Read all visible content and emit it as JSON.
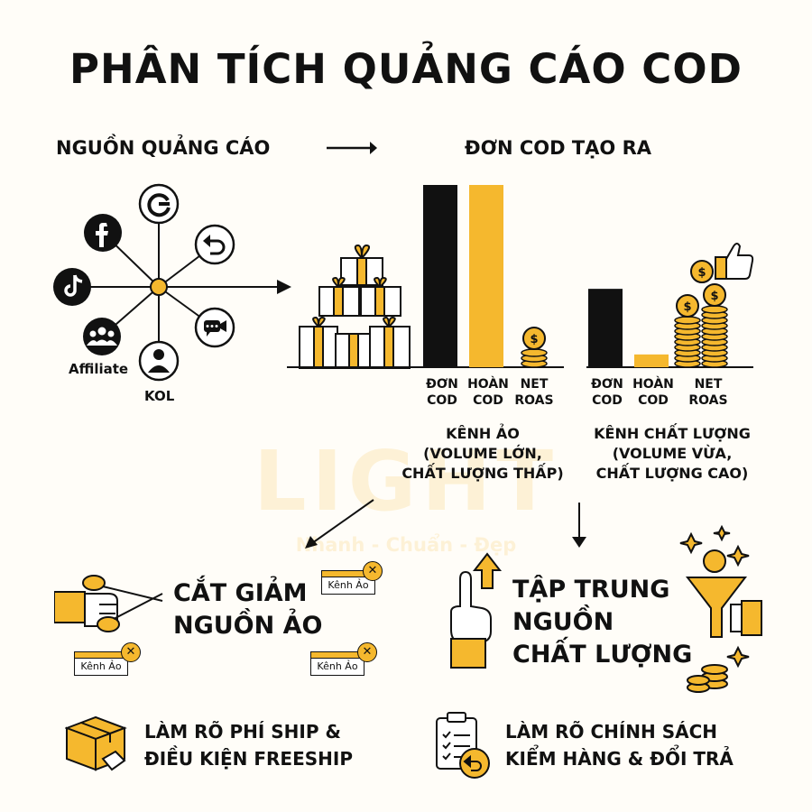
{
  "title": "PHÂN TÍCH QUẢNG CÁO COD",
  "header_left": "NGUỒN QUẢNG CÁO",
  "header_right": "ĐƠN COD TẠO RA",
  "sources": {
    "affiliate": "Affiliate",
    "kol": "KOL",
    "icons": [
      "google-icon",
      "facebook-icon",
      "tiktok-icon",
      "affiliate-group-icon",
      "kol-user-icon",
      "return-icon",
      "video-chat-icon"
    ]
  },
  "colors": {
    "accent": "#f5b82e",
    "black": "#111111"
  },
  "chart_data": {
    "type": "bar",
    "categories": [
      "ĐƠN\nCOD",
      "HOÀN\nCOD",
      "NET\nROAS"
    ],
    "groups": [
      {
        "name": "KÊNH ẢO",
        "sub1": "(VOLUME LỚN,",
        "sub2": "CHẤT LƯỢNG THẤP)",
        "values": [
          100,
          100,
          8
        ]
      },
      {
        "name": "KÊNH CHẤT LƯỢNG",
        "sub1": "(VOLUME VỪA,",
        "sub2": "CHẤT LƯỢNG CAO)",
        "values": [
          43,
          7,
          35
        ]
      }
    ],
    "series_colors": [
      "#111111",
      "#f5b82e",
      "#f5b82e"
    ]
  },
  "action_left": {
    "line1": "CẮT GIẢM",
    "line2": "NGUỒN ẢO",
    "tag": "Kênh Ảo"
  },
  "action_right": {
    "line1": "TẬP TRUNG",
    "line2": "NGUỒN",
    "line3": "CHẤT LƯỢNG"
  },
  "tip_left": {
    "line1": "LÀM RÕ PHÍ SHIP &",
    "line2": "ĐIỀU KIỆN FREESHIP"
  },
  "tip_right": {
    "line1": "LÀM RÕ CHÍNH SÁCH",
    "line2": "KIỂM HÀNG & ĐỔI TRẢ"
  },
  "watermark": {
    "brand": "LIGHT",
    "slogan": "Nhanh - Chuẩn - Đẹp"
  }
}
